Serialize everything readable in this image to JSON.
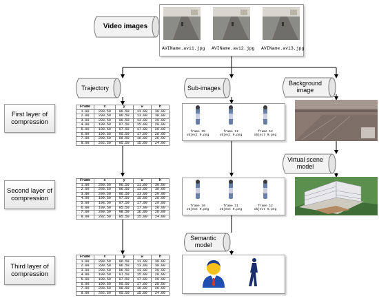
{
  "video": {
    "label": "Video images",
    "frames": [
      "AVIName.avi1.jpg",
      "AVIName.avi2.jpg",
      "AVIName.avi3.jpg"
    ]
  },
  "nodes": {
    "trajectory": "Trajectory",
    "sub_images": "Sub-images",
    "background": "Background image",
    "virtual_scene": "Virtual scene model",
    "semantic": "Semantic model"
  },
  "layers": {
    "first": "First layer of compression",
    "second": "Second layer of compression",
    "third": "Third layer of compression"
  },
  "table": {
    "headers": [
      "Frame",
      "x",
      "y",
      "w",
      "h"
    ],
    "rows": [
      [
        "1.00",
        "200.50",
        "96.50",
        "11.00",
        "30.00"
      ],
      [
        "2.00",
        "200.50",
        "96.50",
        "13.00",
        "30.00"
      ],
      [
        "3.00",
        "200.50",
        "96.50",
        "13.00",
        "29.00"
      ],
      [
        "4.00",
        "199.50",
        "97.50",
        "15.00",
        "28.00"
      ],
      [
        "5.00",
        "198.50",
        "97.50",
        "17.00",
        "29.00"
      ],
      [
        "6.00",
        "199.50",
        "95.50",
        "17.00",
        "28.00"
      ],
      [
        "7.00",
        "200.50",
        "98.50",
        "16.00",
        "26.00"
      ],
      [
        "8.00",
        "202.50",
        "95.50",
        "15.00",
        "24.00"
      ]
    ]
  },
  "sub_images": [
    {
      "frame": "frame 10",
      "object": "object 0.png"
    },
    {
      "frame": "frame 11",
      "object": "object 0.png"
    },
    {
      "frame": "frame 12",
      "object": "object 0.png"
    }
  ],
  "colors": {
    "arrow": "#000000",
    "border": "#9a9a9a"
  }
}
